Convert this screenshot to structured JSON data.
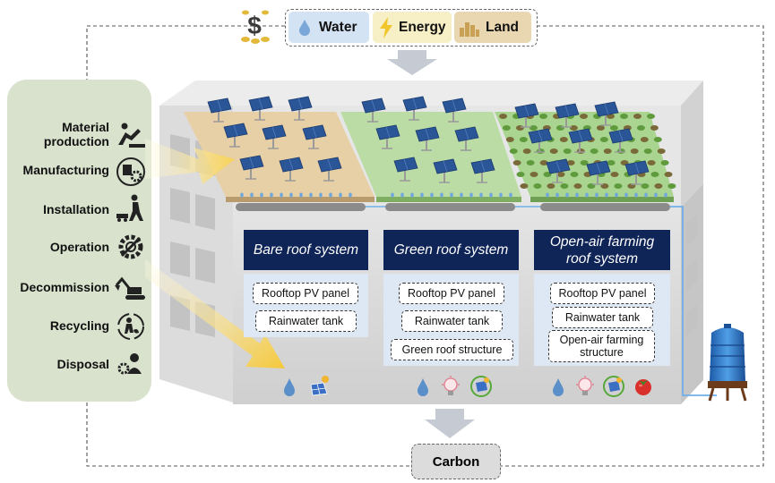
{
  "resources": [
    {
      "label": "Water",
      "icon": "water-drop-icon",
      "color": "#d4e3f3"
    },
    {
      "label": "Energy",
      "icon": "lightning-icon",
      "color": "#f7efc6"
    },
    {
      "label": "Land",
      "icon": "land-bars-icon",
      "color": "#e9d7b2"
    }
  ],
  "lifecycle_stages": [
    {
      "label": "Material production",
      "icon": "worker-lifting-icon"
    },
    {
      "label": "Manufacturing",
      "icon": "manufacturing-gear-icon"
    },
    {
      "label": "Installation",
      "icon": "installer-worker-icon"
    },
    {
      "label": "Operation",
      "icon": "operation-gear-wrench-icon"
    },
    {
      "label": "Decommission",
      "icon": "excavator-icon"
    },
    {
      "label": "Recycling",
      "icon": "recycling-person-icon"
    },
    {
      "label": "Disposal",
      "icon": "disposal-person-gear-icon"
    }
  ],
  "systems": [
    {
      "title": "Bare roof system",
      "components": [
        "Rooftop PV panel",
        "Rainwater tank"
      ],
      "icons": [
        "water-drop-icon",
        "solar-panel-icon"
      ]
    },
    {
      "title": "Green roof system",
      "components": [
        "Rooftop PV panel",
        "Rainwater tank",
        "Green roof structure"
      ],
      "icons": [
        "water-drop-icon",
        "lightbulb-icon",
        "green-energy-icon"
      ]
    },
    {
      "title": "Open-air farming roof system",
      "components": [
        "Rooftop PV panel",
        "Rainwater tank",
        "Open-air farming structure"
      ],
      "icons": [
        "water-drop-icon",
        "lightbulb-icon",
        "green-energy-icon",
        "tomato-icon"
      ]
    }
  ],
  "output": {
    "label": "Carbon"
  },
  "icons": {
    "cost": "dollar-coins-icon",
    "water_tank": "water-tank-icon"
  },
  "colors": {
    "bare_roof": "#e7cfa6",
    "green_roof": "#bcdca6",
    "farming_roof": "#a9d590",
    "title_bar": "#0f2457",
    "component_panel": "#dde8f4",
    "building": "#d9d9d9",
    "sidebar": "#d8e2cd",
    "arrow_yellow": "#f7d255"
  }
}
